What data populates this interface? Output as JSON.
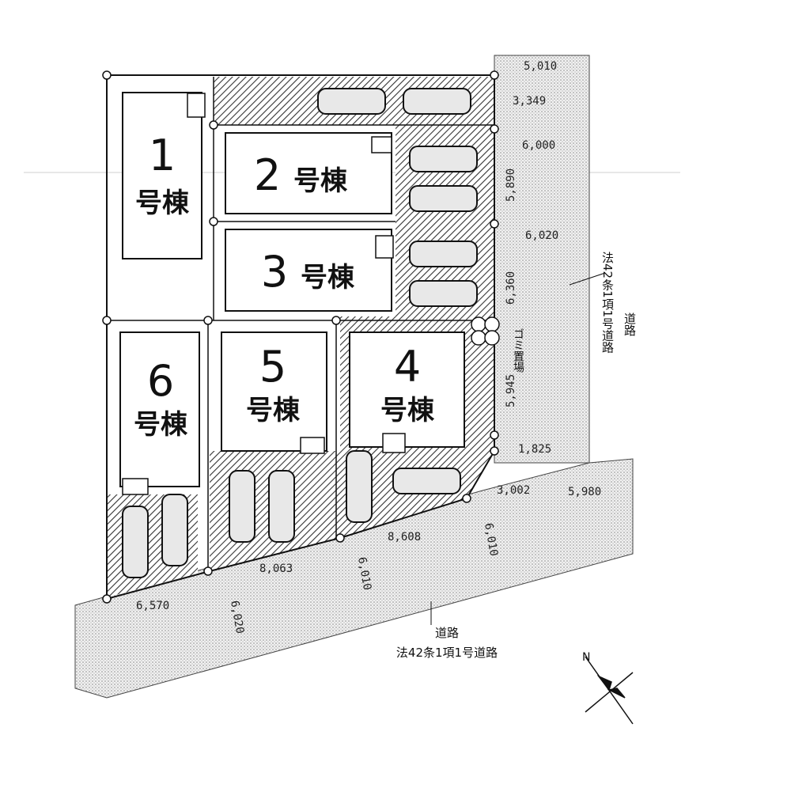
{
  "lots": [
    {
      "id": "1",
      "number": "1",
      "label": "号棟"
    },
    {
      "id": "2",
      "number": "2",
      "label": "号棟"
    },
    {
      "id": "3",
      "number": "3",
      "label": "号棟"
    },
    {
      "id": "4",
      "number": "4",
      "label": "号棟"
    },
    {
      "id": "5",
      "number": "5",
      "label": "号棟"
    },
    {
      "id": "6",
      "number": "6",
      "label": "号棟"
    }
  ],
  "dimensions": {
    "top_road_width": "5,010",
    "top_small": "3,349",
    "right_6000": "6,000",
    "right_5890": "5,890",
    "right_6020": "6,020",
    "right_6360": "6,360",
    "right_5945": "5,945",
    "right_1825": "1,825",
    "right_3002": "3,002",
    "right_5980": "5,980",
    "bottom_8608": "8,608",
    "bottom_6010a": "6,010",
    "bottom_8063": "8,063",
    "bottom_6010b": "6,010",
    "bottom_6570": "6,570",
    "bottom_6020": "6,020"
  },
  "labels": {
    "garbage": "ゴミ置場",
    "right_road": "道路",
    "right_road_law": "法42条1項1号道路",
    "bottom_road": "道路",
    "bottom_road_law": "法42条1項1号道路",
    "north": "N"
  }
}
